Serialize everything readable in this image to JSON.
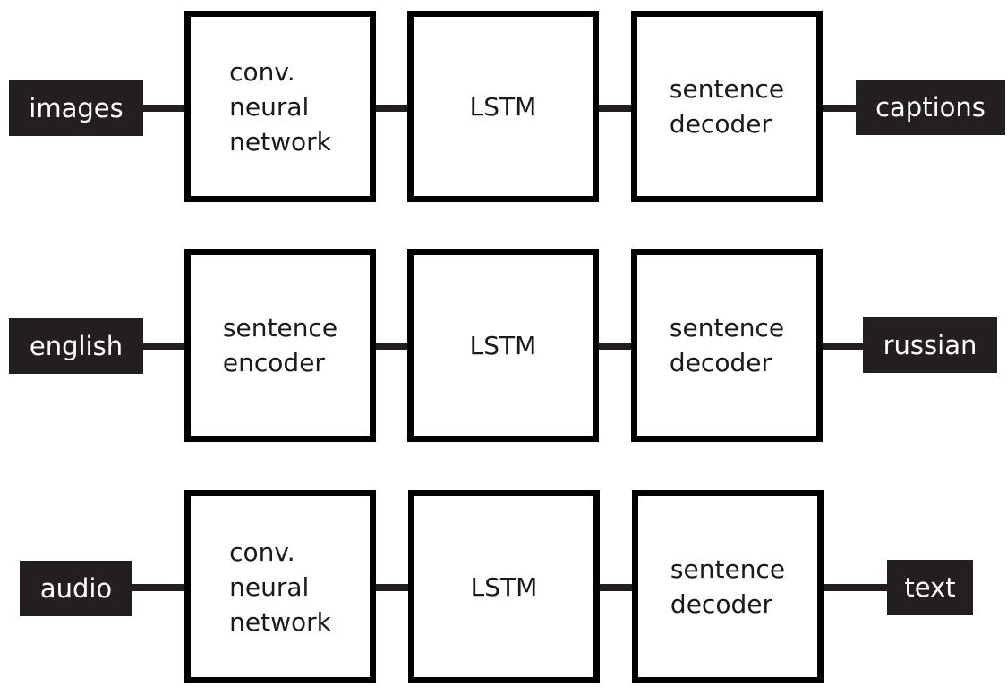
{
  "pipelines": [
    {
      "input": "images",
      "blocks": [
        "conv.\nneural\nnetwork",
        "LSTM",
        "sentence\ndecoder"
      ],
      "output": "captions"
    },
    {
      "input": "english",
      "blocks": [
        "sentence\nencoder",
        "LSTM",
        "sentence\ndecoder"
      ],
      "output": "russian"
    },
    {
      "input": "audio",
      "blocks": [
        "conv.\nneural\nnetwork",
        "LSTM",
        "sentence\ndecoder"
      ],
      "output": "text"
    }
  ],
  "colors": {
    "terminal_fill": "#231f20",
    "terminal_text": "#ffffff",
    "block_border": "#000000",
    "connector": "#231f20"
  }
}
